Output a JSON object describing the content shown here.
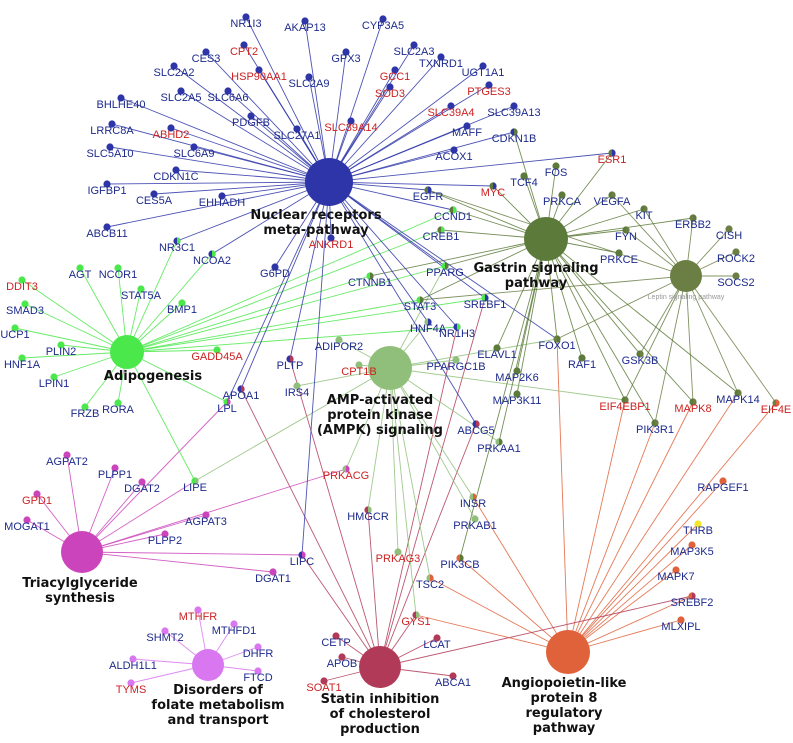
{
  "colors": {
    "nuclear": "#2e35a8",
    "gastrin": "#5c7a3a",
    "leptin": "#6b7f45",
    "adipo": "#4be84b",
    "ampk": "#8fbf7a",
    "trig": "#cc44bb",
    "folate": "#d877f0",
    "statin": "#b03a58",
    "angpt": "#e0623a",
    "yellow": "#f2e829",
    "label_blue": "#1d2a8c",
    "label_red": "#cc2222"
  },
  "hubs": [
    {
      "id": "nuclear",
      "label_lines": [
        "Nuclear receptors",
        "meta-pathway"
      ],
      "color": "nuclear"
    },
    {
      "id": "gastrin",
      "label_lines": [
        "Gastrin signaling",
        "pathway"
      ],
      "color": "gastrin"
    },
    {
      "id": "leptin",
      "label_lines": [
        "Leptin signaling pathway"
      ],
      "color": "leptin",
      "minor": true
    },
    {
      "id": "adipo",
      "label_lines": [
        "Adipogenesis"
      ],
      "color": "adipo"
    },
    {
      "id": "ampk",
      "label_lines": [
        "AMP-activated",
        "protein kinase",
        "(AMPK) signaling"
      ],
      "color": "ampk"
    },
    {
      "id": "trig",
      "label_lines": [
        "Triacylglyceride",
        "synthesis"
      ],
      "color": "trig"
    },
    {
      "id": "folate",
      "label_lines": [
        "Disorders of",
        "folate metabolism",
        "and transport"
      ],
      "color": "folate"
    },
    {
      "id": "statin",
      "label_lines": [
        "Statin inhibition",
        "of cholesterol",
        "production"
      ],
      "color": "statin"
    },
    {
      "id": "angpt",
      "label_lines": [
        "Angiopoietin-like",
        "protein 8",
        "regulatory",
        "pathway"
      ],
      "color": "angpt"
    }
  ],
  "genes": [
    {
      "name": "NR1I3",
      "red": false
    },
    {
      "name": "AKAP13",
      "red": false
    },
    {
      "name": "CYP3A5",
      "red": false
    },
    {
      "name": "CPT2",
      "red": true
    },
    {
      "name": "CES3",
      "red": false
    },
    {
      "name": "GPX3",
      "red": false
    },
    {
      "name": "SLC2A3",
      "red": false
    },
    {
      "name": "TXNRD1",
      "red": false
    },
    {
      "name": "UGT1A1",
      "red": false
    },
    {
      "name": "SLC2A2",
      "red": false
    },
    {
      "name": "HSP90AA1",
      "red": true
    },
    {
      "name": "GCC1",
      "red": true
    },
    {
      "name": "SLC2A5",
      "red": false
    },
    {
      "name": "SLC6A6",
      "red": false
    },
    {
      "name": "SLC2A9",
      "red": false
    },
    {
      "name": "SOD3",
      "red": true
    },
    {
      "name": "PTGES3",
      "red": true
    },
    {
      "name": "BHLHE40",
      "red": false
    },
    {
      "name": "SLC39A4",
      "red": true
    },
    {
      "name": "SLC39A13",
      "red": false
    },
    {
      "name": "LRRC8A",
      "red": false
    },
    {
      "name": "PDGFB",
      "red": false
    },
    {
      "name": "ABHD2",
      "red": true
    },
    {
      "name": "SLC39A14",
      "red": true
    },
    {
      "name": "SLC27A1",
      "red": false
    },
    {
      "name": "MAFF",
      "red": false
    },
    {
      "name": "CDKN1B",
      "red": false
    },
    {
      "name": "SLC5A10",
      "red": false
    },
    {
      "name": "SLC6A9",
      "red": false
    },
    {
      "name": "ACOX1",
      "red": false
    },
    {
      "name": "CDKN1C",
      "red": false
    },
    {
      "name": "IGFBP1",
      "red": false
    },
    {
      "name": "CES5A",
      "red": false
    },
    {
      "name": "EHHADH",
      "red": false
    },
    {
      "name": "ABCB11",
      "red": false
    },
    {
      "name": "ESR1",
      "red": true
    },
    {
      "name": "FOS",
      "red": false
    },
    {
      "name": "TCF4",
      "red": false
    },
    {
      "name": "MYC",
      "red": true
    },
    {
      "name": "EGFR",
      "red": false
    },
    {
      "name": "PRKCA",
      "red": false
    },
    {
      "name": "VEGFA",
      "red": false
    },
    {
      "name": "KIT",
      "red": false
    },
    {
      "name": "ERBB2",
      "red": false
    },
    {
      "name": "CISH",
      "red": false
    },
    {
      "name": "CCND1",
      "red": false
    },
    {
      "name": "FYN",
      "red": false
    },
    {
      "name": "ROCK2",
      "red": false
    },
    {
      "name": "CREB1",
      "red": false
    },
    {
      "name": "PRKCE",
      "red": false
    },
    {
      "name": "SOCS2",
      "red": false
    },
    {
      "name": "NR3C1",
      "red": false
    },
    {
      "name": "NCOA2",
      "red": false
    },
    {
      "name": "ANKRD1",
      "red": true
    },
    {
      "name": "G6PD",
      "red": false
    },
    {
      "name": "PPARG",
      "red": false
    },
    {
      "name": "AGT",
      "red": false
    },
    {
      "name": "NCOR1",
      "red": false
    },
    {
      "name": "DDIT3",
      "red": true
    },
    {
      "name": "STAT5A",
      "red": false
    },
    {
      "name": "CTNNB1",
      "red": false
    },
    {
      "name": "STAT3",
      "red": false
    },
    {
      "name": "SREBF1",
      "red": false
    },
    {
      "name": "SMAD3",
      "red": false
    },
    {
      "name": "BMP1",
      "red": false
    },
    {
      "name": "HNF4A",
      "red": false
    },
    {
      "name": "UCP1",
      "red": false
    },
    {
      "name": "PLIN2",
      "red": false
    },
    {
      "name": "NR1H3",
      "red": false
    },
    {
      "name": "HNF1A",
      "red": false
    },
    {
      "name": "GADD45A",
      "red": true
    },
    {
      "name": "ADIPOR2",
      "red": false
    },
    {
      "name": "ELAVL1",
      "red": false
    },
    {
      "name": "FOXO1",
      "red": false
    },
    {
      "name": "LPIN1",
      "red": false
    },
    {
      "name": "PLTP",
      "red": false
    },
    {
      "name": "CPT1B",
      "red": true
    },
    {
      "name": "PPARGC1B",
      "red": false
    },
    {
      "name": "RAF1",
      "red": false
    },
    {
      "name": "GSK3B",
      "red": false
    },
    {
      "name": "FRZB",
      "red": false
    },
    {
      "name": "RORA",
      "red": false
    },
    {
      "name": "APOA1",
      "red": false
    },
    {
      "name": "IRS4",
      "red": false
    },
    {
      "name": "MAP2K6",
      "red": false
    },
    {
      "name": "LPL",
      "red": false
    },
    {
      "name": "MAP3K11",
      "red": false
    },
    {
      "name": "EIF4EBP1",
      "red": true
    },
    {
      "name": "MAPK8",
      "red": true
    },
    {
      "name": "MAPK14",
      "red": false
    },
    {
      "name": "EIF4E",
      "red": true
    },
    {
      "name": "PIK3R1",
      "red": false
    },
    {
      "name": "AGPAT2",
      "red": false
    },
    {
      "name": "PLPP1",
      "red": false
    },
    {
      "name": "DGAT2",
      "red": false
    },
    {
      "name": "LIPE",
      "red": false
    },
    {
      "name": "ABCG5",
      "red": false
    },
    {
      "name": "PRKAA1",
      "red": false
    },
    {
      "name": "PRKACG",
      "red": true
    },
    {
      "name": "RAPGEF1",
      "red": false
    },
    {
      "name": "GPD1",
      "red": true
    },
    {
      "name": "AGPAT3",
      "red": false
    },
    {
      "name": "MOGAT1",
      "red": false
    },
    {
      "name": "PLPP2",
      "red": false
    },
    {
      "name": "HMGCR",
      "red": false
    },
    {
      "name": "INSR",
      "red": false
    },
    {
      "name": "PRKAB1",
      "red": false
    },
    {
      "name": "THRB",
      "red": false
    },
    {
      "name": "MAP3K5",
      "red": false
    },
    {
      "name": "LIPC",
      "red": false
    },
    {
      "name": "DGAT1",
      "red": false
    },
    {
      "name": "PRKAG3",
      "red": true
    },
    {
      "name": "PIK3CB",
      "red": false
    },
    {
      "name": "TSC2",
      "red": false
    },
    {
      "name": "MAPK7",
      "red": false
    },
    {
      "name": "SREBF2",
      "red": false
    },
    {
      "name": "MTHFR",
      "red": true
    },
    {
      "name": "SHMT2",
      "red": false
    },
    {
      "name": "MTHFD1",
      "red": false
    },
    {
      "name": "DHFR",
      "red": false
    },
    {
      "name": "ALDH1L1",
      "red": false
    },
    {
      "name": "FTCD",
      "red": false
    },
    {
      "name": "GYS1",
      "red": true
    },
    {
      "name": "MLXIPL",
      "red": false
    },
    {
      "name": "CETP",
      "red": false
    },
    {
      "name": "LCAT",
      "red": false
    },
    {
      "name": "APOB",
      "red": false
    },
    {
      "name": "ABCA1",
      "red": false
    },
    {
      "name": "SOAT1",
      "red": true
    },
    {
      "name": "TYMS",
      "red": true
    }
  ]
}
